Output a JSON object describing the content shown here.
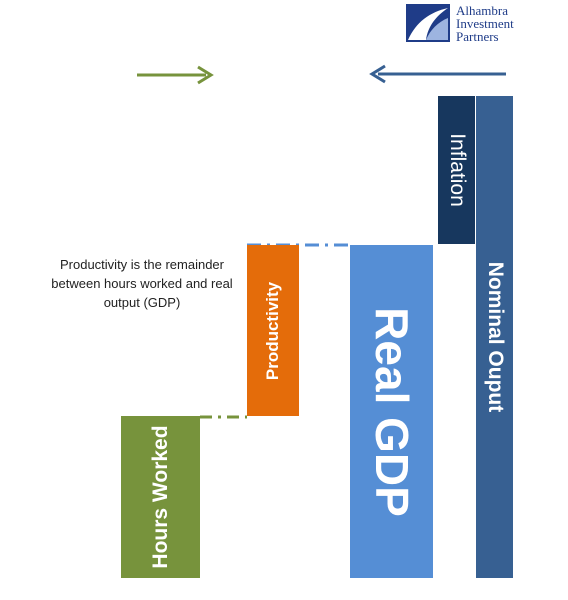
{
  "logo": {
    "lines": [
      "Alhambra",
      "Investment",
      "Partners"
    ]
  },
  "annotation": {
    "text": "Productivity is the remainder between hours worked and real output (GDP)"
  },
  "bars": {
    "hours_worked": "Hours Worked",
    "productivity": "Productivity",
    "real_gdp": "Real GDP",
    "inflation": "Inflation",
    "nominal_output": "Nominal Ouput"
  },
  "arrows": {
    "left_arrow": {
      "direction": "right",
      "color": "#77933c"
    },
    "right_arrow": {
      "direction": "left",
      "color": "#376092"
    }
  },
  "colors": {
    "hours_worked": "#77933c",
    "productivity": "#e46c0a",
    "real_gdp": "#558ed5",
    "inflation": "#17375e",
    "nominal_output": "#376092",
    "logo": "#1f3c88"
  }
}
